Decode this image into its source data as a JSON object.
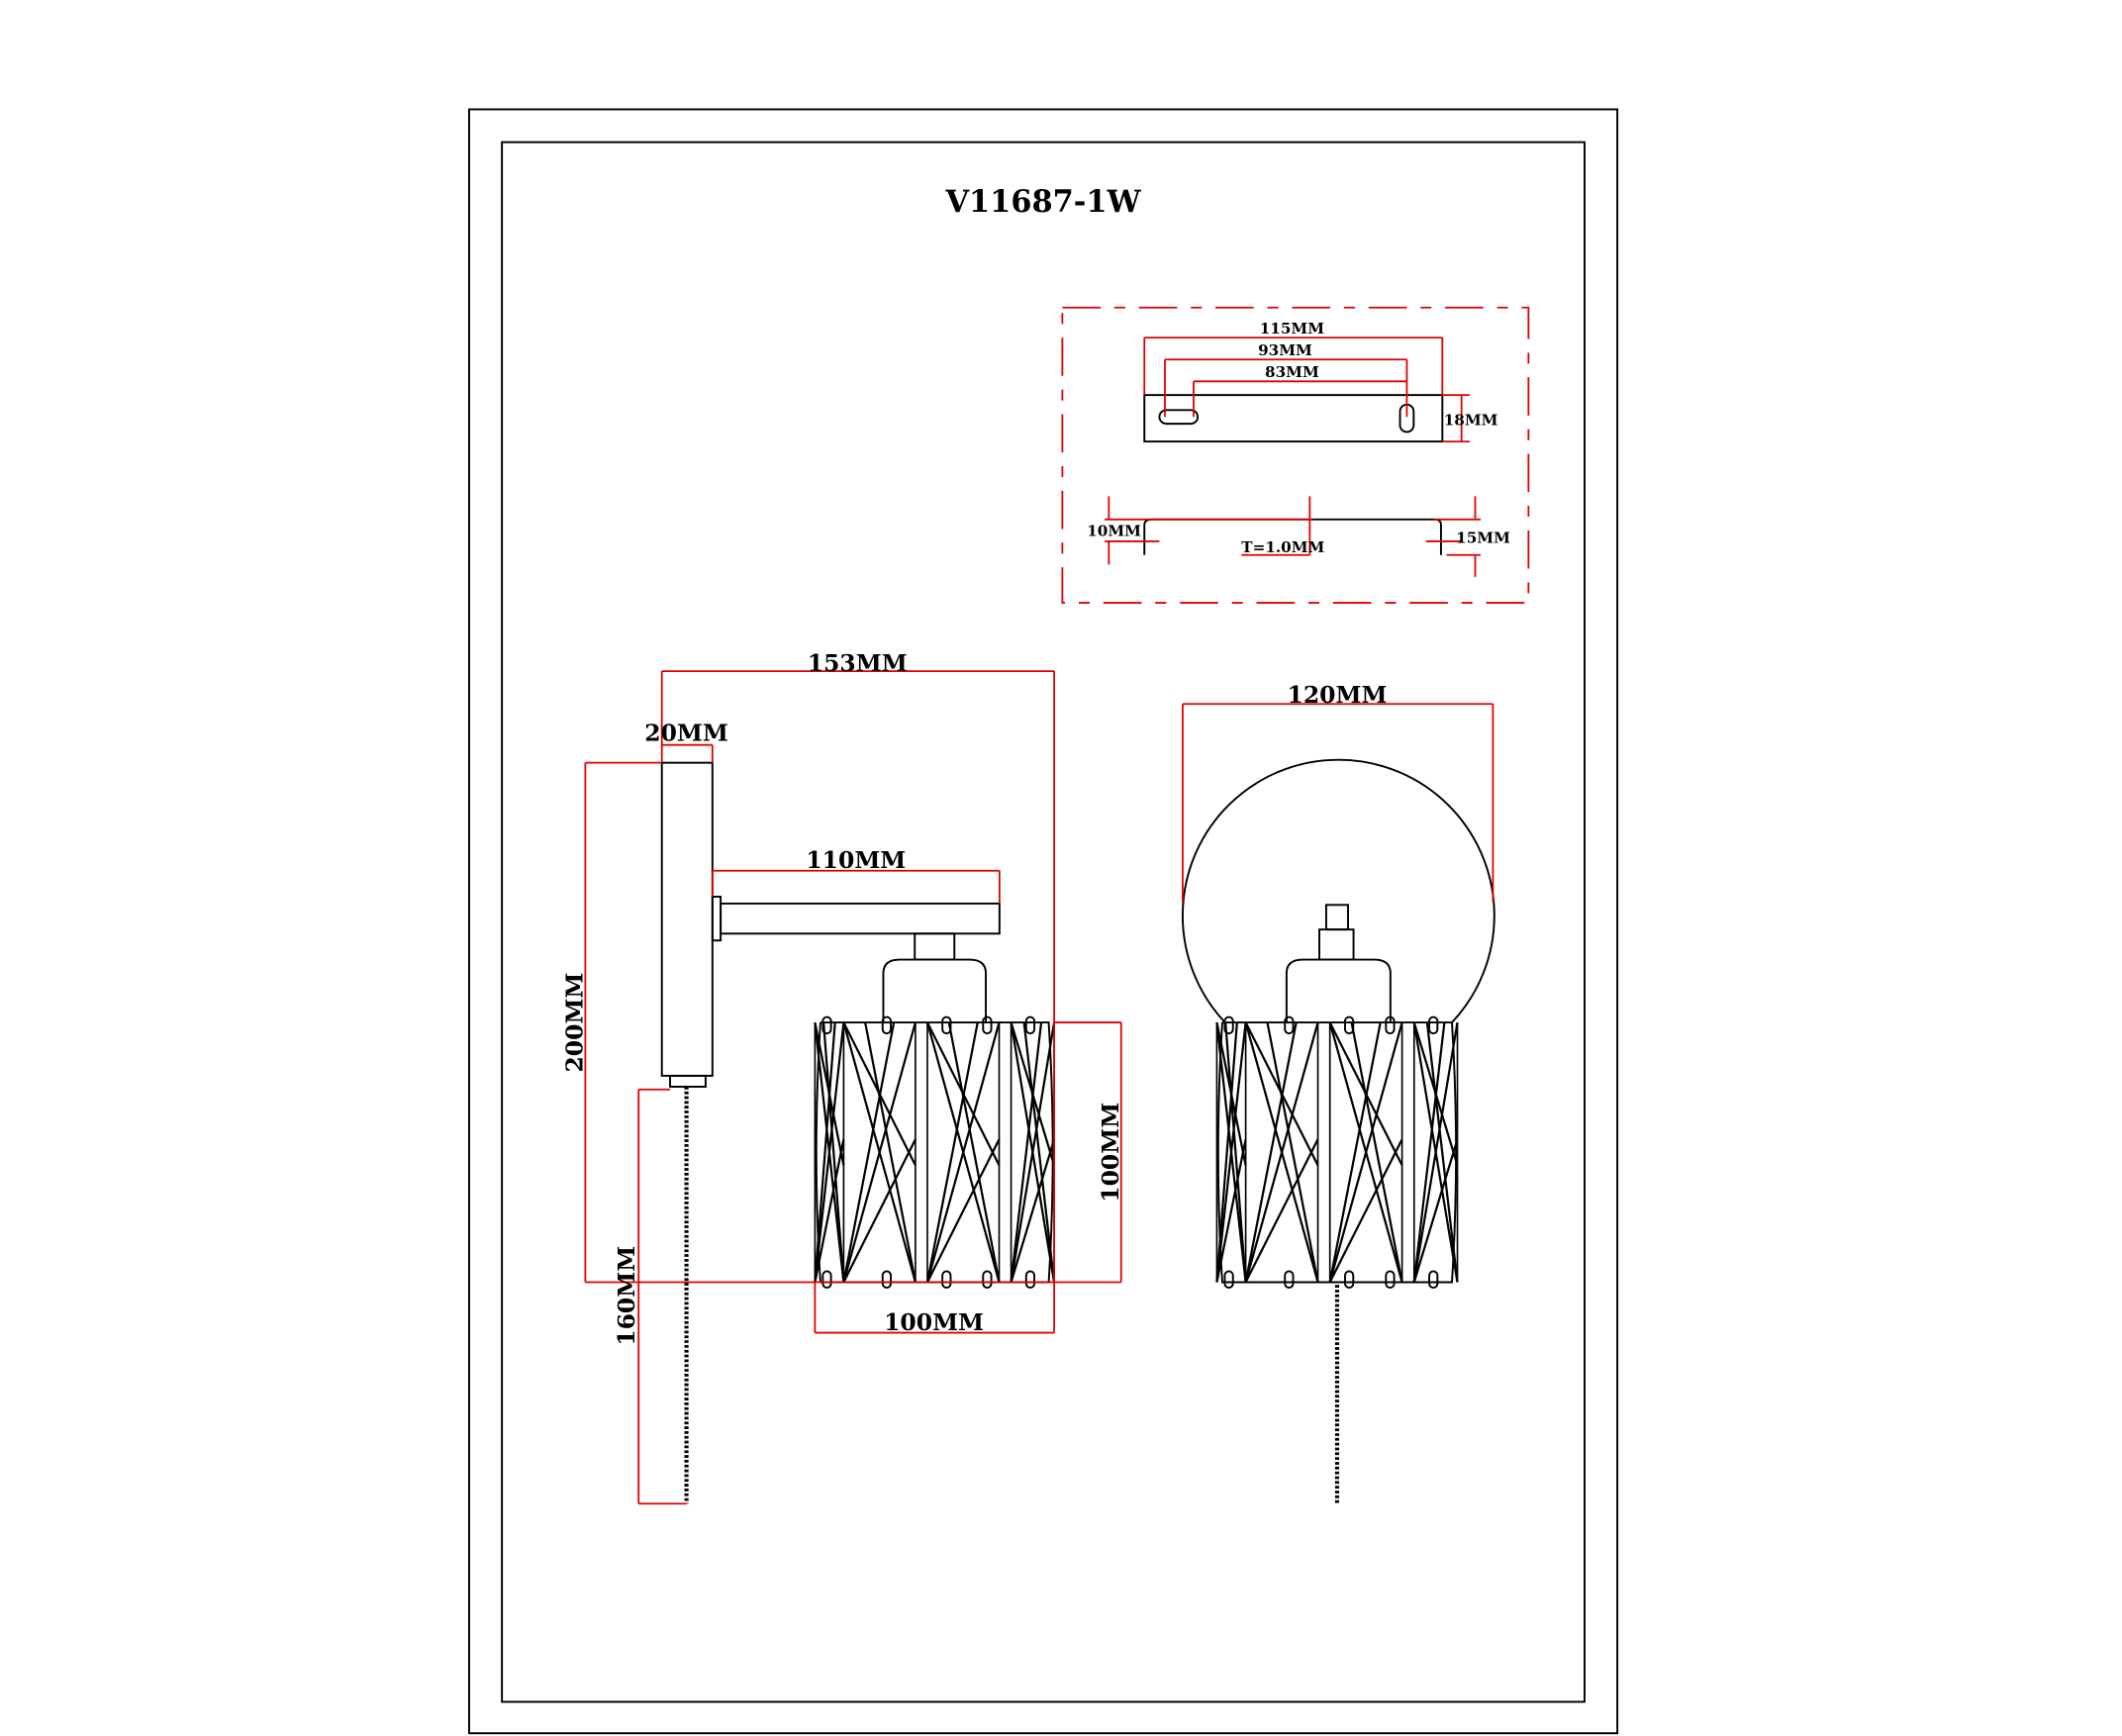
{
  "title": "V11687-1W",
  "colors": {
    "line": "#000000",
    "dimension": "#e00000",
    "background": "#ffffff"
  },
  "bracket": {
    "overall_width": "115MM",
    "hole_spacing_outer": "93MM",
    "hole_spacing_inner": "83MM",
    "height": "18MM",
    "left_leg": "10MM",
    "right_leg": "15MM",
    "thickness": "T=1.0MM"
  },
  "side_view": {
    "total_depth": "153MM",
    "backplate_depth": "20MM",
    "arm_length": "110MM",
    "total_height": "200MM",
    "shade_height": "100MM",
    "shade_diameter": "100MM",
    "chain_length": "160MM"
  },
  "front_view": {
    "backplate_diameter": "120MM"
  }
}
